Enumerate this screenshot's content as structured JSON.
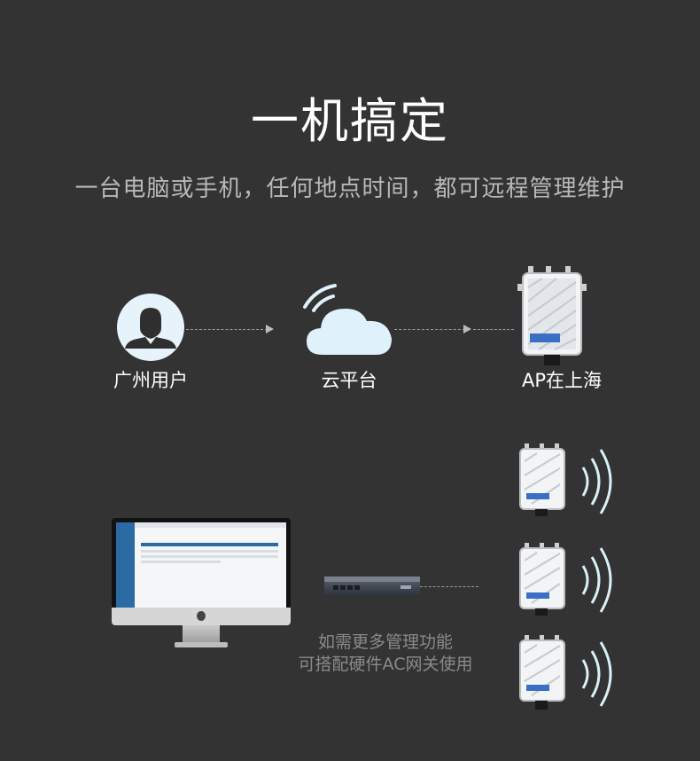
{
  "title": "一机搞定",
  "subtitle": "一台电脑或手机，任何地点时间，都可远程管理维护",
  "flow": {
    "user_label": "广州用户",
    "cloud_label": "云平台",
    "ap_label": "AP在上海"
  },
  "note": {
    "line1": "如需更多管理功能",
    "line2": "可搭配硬件AC网关使用"
  },
  "icons": {
    "user": "user-avatar-icon",
    "cloud": "cloud-icon",
    "ap": "outdoor-ap-icon",
    "monitor": "desktop-monitor-icon",
    "ac": "ac-gateway-icon",
    "signal": "wifi-signal-icon"
  },
  "colors": {
    "background": "#333333",
    "cloud": "#dff2fb",
    "avatar_bg": "#e6f3fa",
    "signal_wave": "#d9f0f6"
  }
}
